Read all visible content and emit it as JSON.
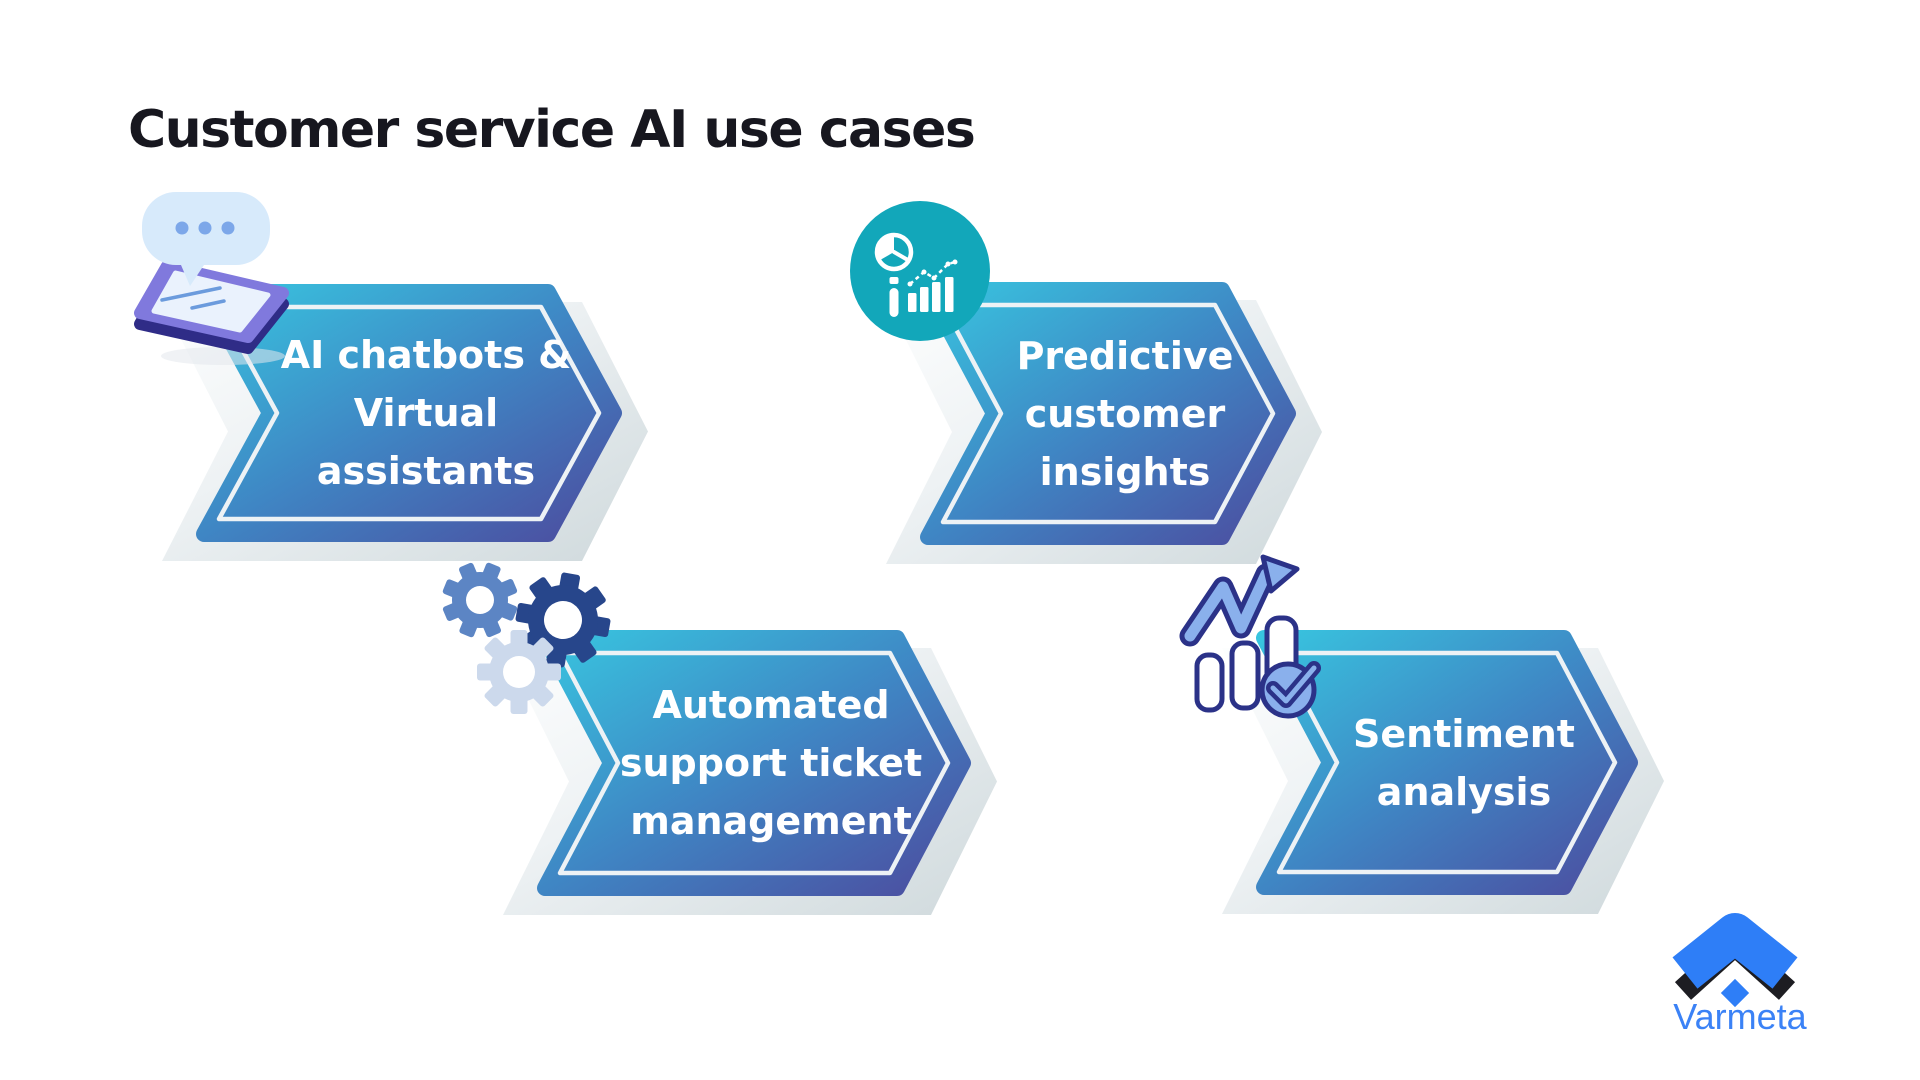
{
  "title": "Customer service AI use cases",
  "banners": [
    {
      "id": "ai-chatbots",
      "label_lines": [
        "AI chatbots &",
        "Virtual",
        "assistants"
      ],
      "icon": "chat-tablet-icon"
    },
    {
      "id": "predictive-insights",
      "label_lines": [
        "Predictive",
        "customer",
        "insights"
      ],
      "icon": "magnifier-analytics-icon"
    },
    {
      "id": "ticket-management",
      "label_lines": [
        "Automated",
        "support ticket",
        "management"
      ],
      "icon": "gears-icon"
    },
    {
      "id": "sentiment-analysis",
      "label_lines": [
        "Sentiment",
        "analysis"
      ],
      "icon": "growth-check-icon"
    }
  ],
  "logo": {
    "name": "Varmeta"
  },
  "colors": {
    "banner_gradient_start": "#38c4df",
    "banner_gradient_mid": "#3f86c4",
    "banner_gradient_end": "#4c4c9f",
    "banner_inner_outline": "#edf2f5",
    "shadow_gray": "#cfd9dc",
    "icon_circle_teal": "#12a7ba",
    "tablet_purple": "#8079dd",
    "tablet_dark": "#2f2c87",
    "bubble_blue": "#d7eafb",
    "gear_blue": "#5c85c4",
    "gear_navy": "#27468b",
    "gear_pale": "#ccd9ec",
    "chart_icon_navy": "#2b3288",
    "chart_icon_blue": "#8ab0ec",
    "logo_blue": "#2e7ef7",
    "logo_black": "#1d1d22",
    "title_text": "#17171f",
    "banner_text": "#ffffff"
  }
}
